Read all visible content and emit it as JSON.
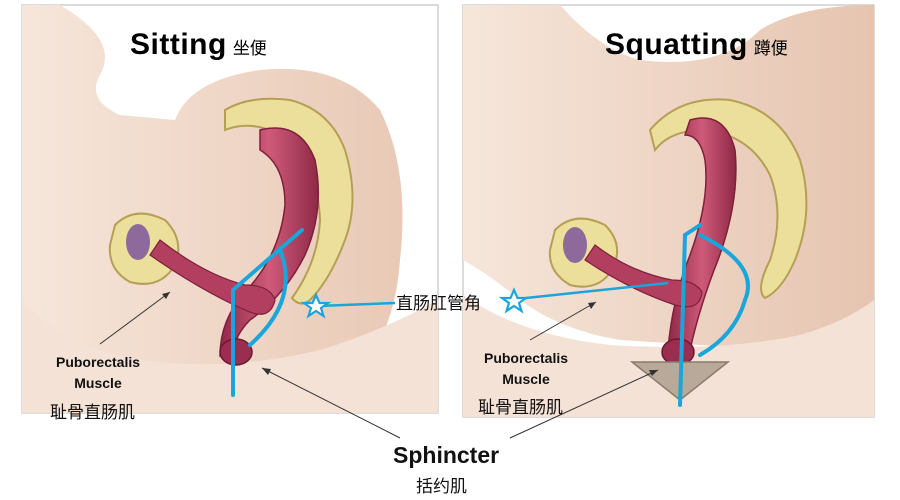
{
  "panels": [
    {
      "title": "Sitting",
      "title_zh": "坐便",
      "muscle_label_line1": "Puborectalis",
      "muscle_label_line2": "Muscle",
      "muscle_label_zh": "耻骨直肠肌"
    },
    {
      "title": "Squatting",
      "title_zh": "蹲便",
      "muscle_label_line1": "Puborectalis",
      "muscle_label_line2": "Muscle",
      "muscle_label_zh": "耻骨直肠肌"
    }
  ],
  "angle_label": "直肠肛管角",
  "sphincter_label": "Sphincter",
  "sphincter_label_zh": "括约肌",
  "icons": [
    "star-icon"
  ],
  "colors": {
    "skin": "#f0d8c8",
    "bone": "#ecdf9c",
    "bone_shadow": "#c7b36c",
    "rectum": "#b53d5e",
    "rectum_dark": "#7e1f3c",
    "angle_line": "#1aa6db",
    "panel_border": "#cfcfcf"
  }
}
